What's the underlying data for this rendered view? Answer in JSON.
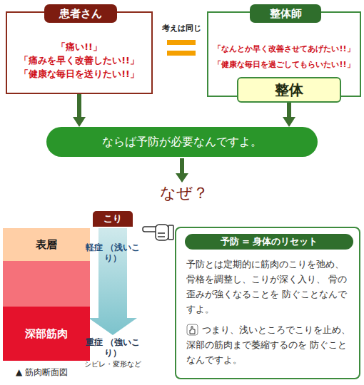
{
  "diagram": {
    "caption": "▲ 筋肉断面図",
    "nodes": [
      {
        "text": [
          "「痛い!!」",
          "「痛みを早く改善したい!!」",
          "「健康な毎日を送りたい!!」"
        ]
      },
      {
        "text": [
          "患者さん"
        ],
        "in": 0
      },
      {
        "text": [
          "「なんとか早く改善させてあげたい!!」",
          "「健康な毎日を過ごしてもらいたい!!」"
        ]
      },
      {
        "text": [
          "整体師"
        ],
        "in": 2
      },
      {
        "text": [
          "整体"
        ]
      },
      {
        "text": [
          "ならば予防が必要なんですよ。"
        ]
      },
      {
        "text": [
          "こり"
        ]
      },
      {
        "text": [
          "表層"
        ]
      },
      {
        "text": [
          "深部筋肉"
        ]
      },
      {
        "text": [
          "予防とは定期的に筋肉のこりを弛め、 骨格を調整し、こりが深く入り、 骨の歪みが強くなることを 防ぐことなんですよ。",
          "つまり、浅いところでこりを止め、 深部の筋肉まで萎縮するのを 防ぐことなんですよ。"
        ]
      },
      {
        "text": [
          "予防 = 身体のリセット"
        ],
        "in": 9
      }
    ],
    "edges": [
      {
        "from": 0,
        "to": 5,
        "arrow": "to"
      },
      {
        "from": 4,
        "to": 5,
        "arrow": "to"
      }
    ],
    "labels": [
      "考えは同じ",
      "なぜ？",
      "軽症 （浅いこり）",
      "重症 （強いこり）",
      "シビレ・変形など"
    ]
  }
}
